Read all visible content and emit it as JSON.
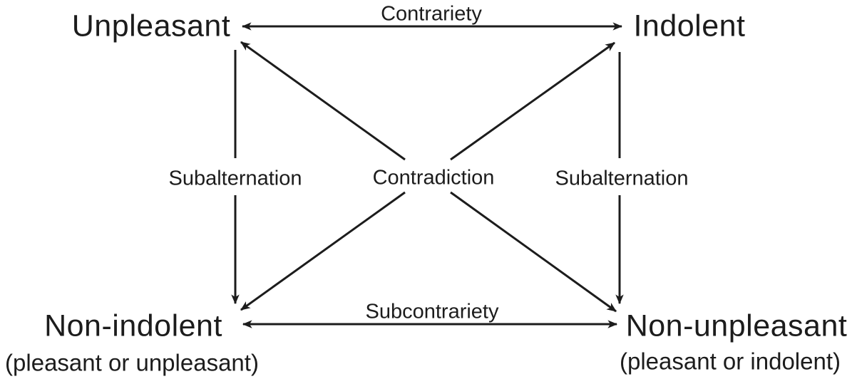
{
  "diagram_type": "square-of-opposition",
  "nodes": {
    "top_left": {
      "label": "Unpleasant"
    },
    "top_right": {
      "label": "Indolent"
    },
    "bottom_left": {
      "label": "Non-indolent",
      "sublabel": "(pleasant or unpleasant)"
    },
    "bottom_right": {
      "label": "Non-unpleasant",
      "sublabel": "(pleasant or indolent)"
    }
  },
  "edges": {
    "top": {
      "label": "Contrariety",
      "arrow": "double-headed horizontal"
    },
    "bottom": {
      "label": "Subcontrariety",
      "arrow": "double-headed horizontal"
    },
    "left": {
      "label": "Subalternation",
      "arrow": "downward"
    },
    "right": {
      "label": "Subalternation",
      "arrow": "downward"
    },
    "diagonals": {
      "label": "Contradiction",
      "arrow": "double-headed crossing diagonals"
    }
  },
  "colors": {
    "ink": "#1c1c1c",
    "background": "#ffffff"
  }
}
